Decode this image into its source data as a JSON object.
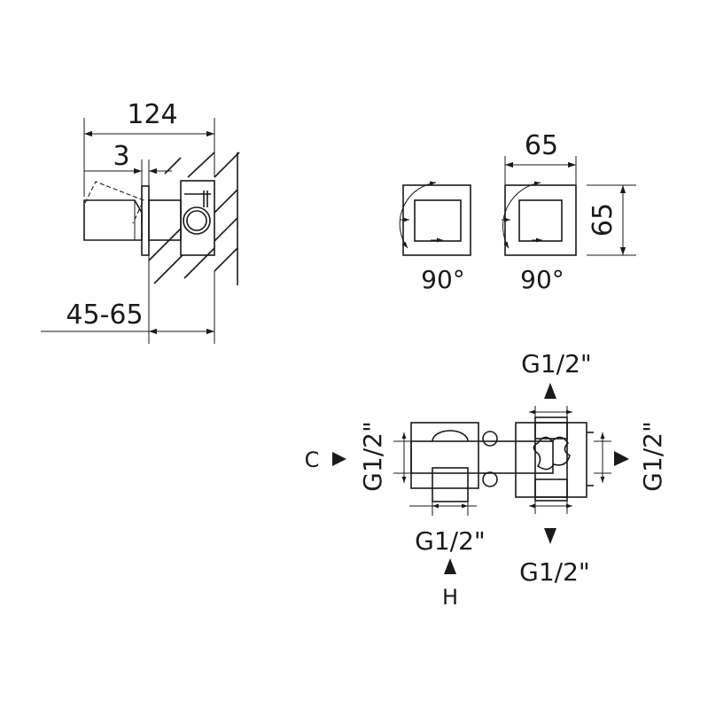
{
  "side_view": {
    "dim_total": "124",
    "dim_plate": "3",
    "dim_wall_depth": "45-65"
  },
  "front_views": {
    "dim_width": "65",
    "dim_height": "65",
    "rotation_left": "90°",
    "rotation_right": "90°"
  },
  "valve_body": {
    "label_top": "G1/2\"",
    "label_bottom_right": "G1/2\"",
    "label_bottom_left": "G1/2\"",
    "label_left_side": "G1/2\"",
    "label_right_side": "G1/2\"",
    "inlet_cold": "C",
    "inlet_hot": "H"
  }
}
